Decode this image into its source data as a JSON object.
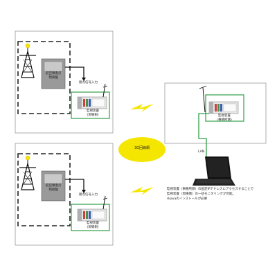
{
  "sites": [
    {
      "tower_panel_label": "航空障害灯\n制御盤",
      "signal_label": "接点信号入力",
      "device_label": "監視装置\n(現場側)"
    },
    {
      "tower_panel_label": "航空障害灯\n制御盤",
      "signal_label": "接点信号入力",
      "device_label": "監視装置\n(現場側)"
    }
  ],
  "network": {
    "label": "3G回線網"
  },
  "office": {
    "device_label": "監視装置\n(事務所側)",
    "lan_label": "LAN",
    "note_lines": [
      "監視装置（事務所側）の固定IPアドレスにアクセスすることで",
      "監視装置（現場側）の一括モニタリングが可能。",
      "※javaのインストールが必要"
    ]
  },
  "colors": {
    "green_wire": "#2e9e48",
    "network_ellipse": "#f5e600",
    "lightning": "#f5e600",
    "dashed_line": "#222222",
    "panel_gray": "#9a9a9a"
  }
}
